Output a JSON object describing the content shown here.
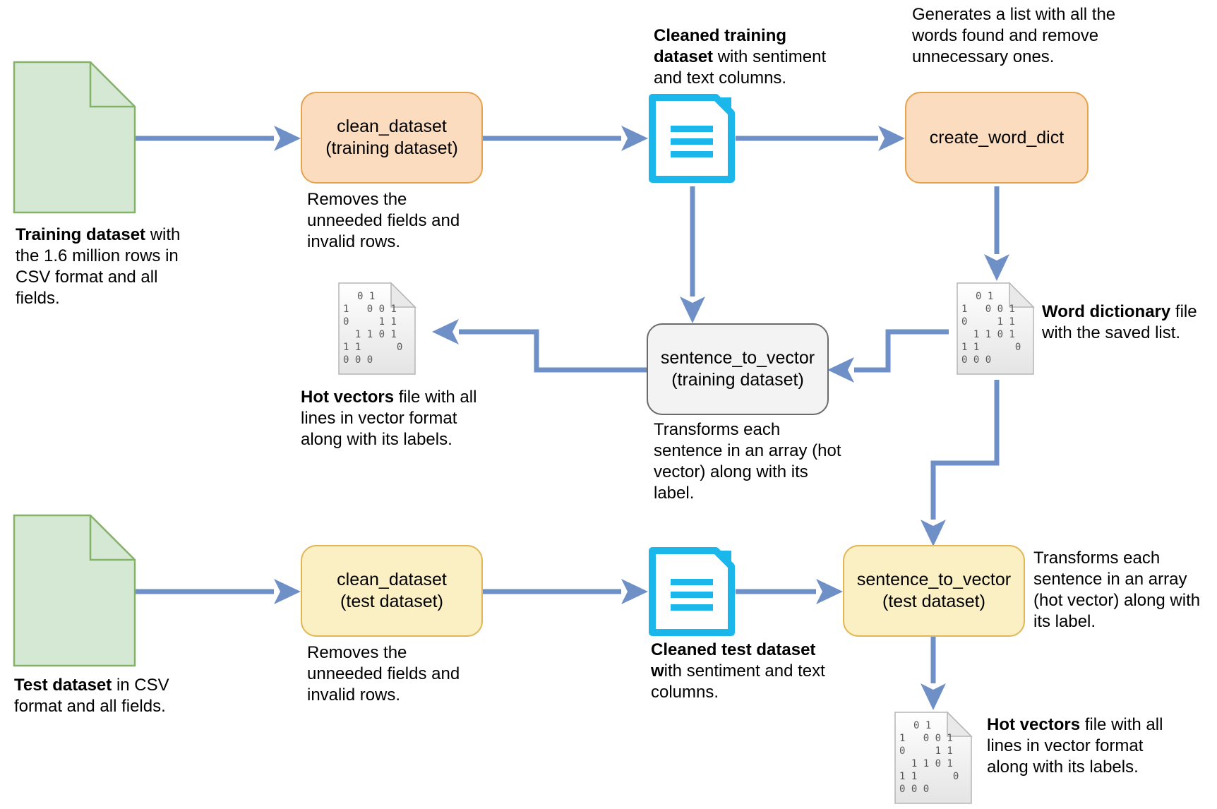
{
  "colors": {
    "arrow": "#6f90c6",
    "csv_fill": "#d5e8d4",
    "csv_stroke": "#82b366",
    "doc_icon": "#1bb7ea",
    "orange_box": "#fbdcbf",
    "yellow_box": "#fbefc4",
    "grey_box": "#f3f3f3"
  },
  "boxes": {
    "clean_train": {
      "line1": "clean_dataset",
      "line2": "(training dataset)"
    },
    "create_dict": {
      "line1": "create_word_dict"
    },
    "s2v_train": {
      "line1": "sentence_to_vector",
      "line2": "(training dataset)"
    },
    "clean_test": {
      "line1": "clean_dataset",
      "line2": "(test dataset)"
    },
    "s2v_test": {
      "line1": "sentence_to_vector",
      "line2": "(test dataset)"
    }
  },
  "notes": {
    "training_dataset": {
      "bold": "Training dataset",
      "rest": " with the 1.6 million rows in CSV format and all fields."
    },
    "clean_train_desc": {
      "text": "Removes the unneeded fields and invalid rows."
    },
    "cleaned_training": {
      "bold": "Cleaned training dataset",
      "rest": " with sentiment and text columns."
    },
    "create_dict_desc": {
      "text": "Generates a list with all the words found and remove unnecessary ones."
    },
    "word_dictionary": {
      "bold": "Word dictionary",
      "rest": " file with the saved list."
    },
    "hot_vectors_train": {
      "bold": "Hot vectors",
      "rest": " file with all lines in vector format along with its labels."
    },
    "s2v_train_desc": {
      "text": "Transforms each sentence in an array (hot vector) along with its label."
    },
    "test_dataset": {
      "bold": "Test dataset",
      "rest": " in CSV format and all fields."
    },
    "clean_test_desc": {
      "text": "Removes the unneeded fields and invalid rows."
    },
    "cleaned_test": {
      "bold": "Cleaned test dataset",
      "bold2": "w",
      "rest": "ith sentiment and text columns."
    },
    "s2v_test_desc": {
      "text": "Transforms each sentence in an array (hot vector) along with its label."
    },
    "hot_vectors_test": {
      "bold": "Hot vectors",
      "rest": " file with all lines in vector format along with its labels."
    }
  },
  "binary_icon": {
    "row1": "0 1",
    "row2": "1   0 0 1",
    "row3": "0     1 1",
    "row4": "  1 1 0 1",
    "row5": "1 1      0",
    "row6": "0 0 0"
  }
}
